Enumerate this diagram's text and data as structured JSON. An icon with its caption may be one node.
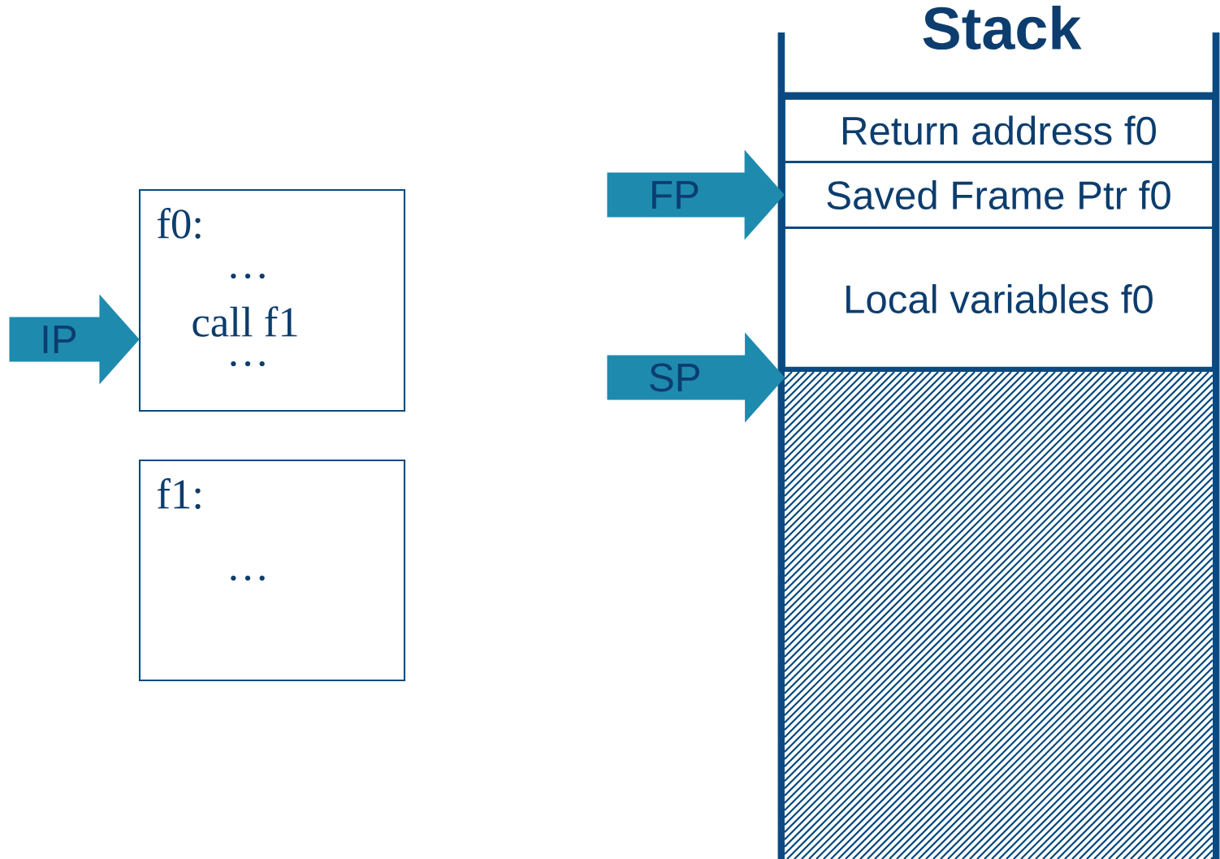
{
  "diagram": {
    "nodes": [
      {
        "text": [
          "f0:",
          "…",
          "call f1",
          "…"
        ]
      },
      {
        "text": [
          "f1:",
          "…"
        ]
      },
      {
        "text": [
          "Stack"
        ]
      },
      {
        "text": [
          "Return address f0"
        ],
        "in": 2
      },
      {
        "text": [
          "Saved Frame Ptr f0"
        ],
        "in": 2
      },
      {
        "text": [
          "Local variables f0"
        ],
        "in": 2
      },
      {
        "text": [],
        "shape": "box",
        "in": 2
      }
    ],
    "edges": [
      {
        "from": null,
        "to": 0,
        "arrow": "to",
        "label": "IP"
      },
      {
        "from": null,
        "to": 4,
        "arrow": "to",
        "label": "FP"
      },
      {
        "from": null,
        "to": 6,
        "arrow": "to",
        "label": "SP"
      }
    ]
  }
}
